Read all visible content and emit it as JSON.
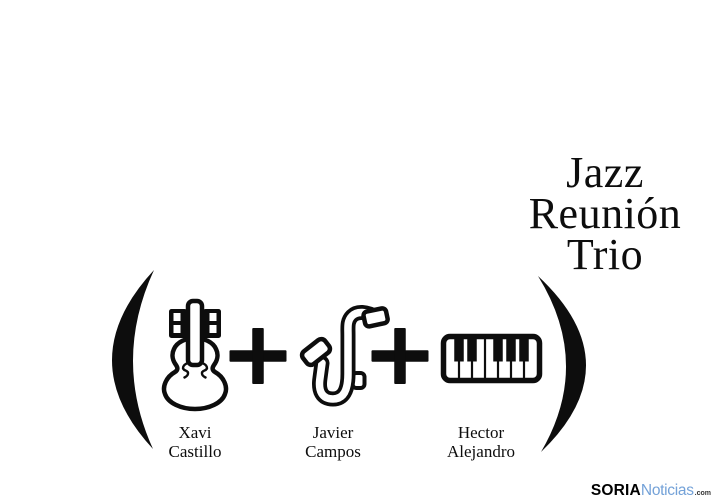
{
  "title": {
    "lines": [
      "Jazz",
      "Reunión",
      "Trio"
    ]
  },
  "formula": {
    "open_paren": "(",
    "plus": "+",
    "close_paren": ")",
    "members": [
      {
        "instrument_icon": "double-bass-icon",
        "name": [
          "Xavi",
          "Castillo"
        ]
      },
      {
        "instrument_icon": "saxophone-icon",
        "name": [
          "Javier",
          "Campos"
        ]
      },
      {
        "instrument_icon": "piano-keyboard-icon",
        "name": [
          "Hector",
          "Alejandro"
        ]
      }
    ]
  },
  "logo": {
    "brand": "SORIA",
    "suffix": "Noticias",
    "tld": ".com"
  },
  "colors": {
    "ink": "#0d0d0d",
    "logo_brand": "#000000",
    "logo_suffix_blue": "#74a2d8",
    "logo_tld": "#333333",
    "background": "#ffffff"
  }
}
